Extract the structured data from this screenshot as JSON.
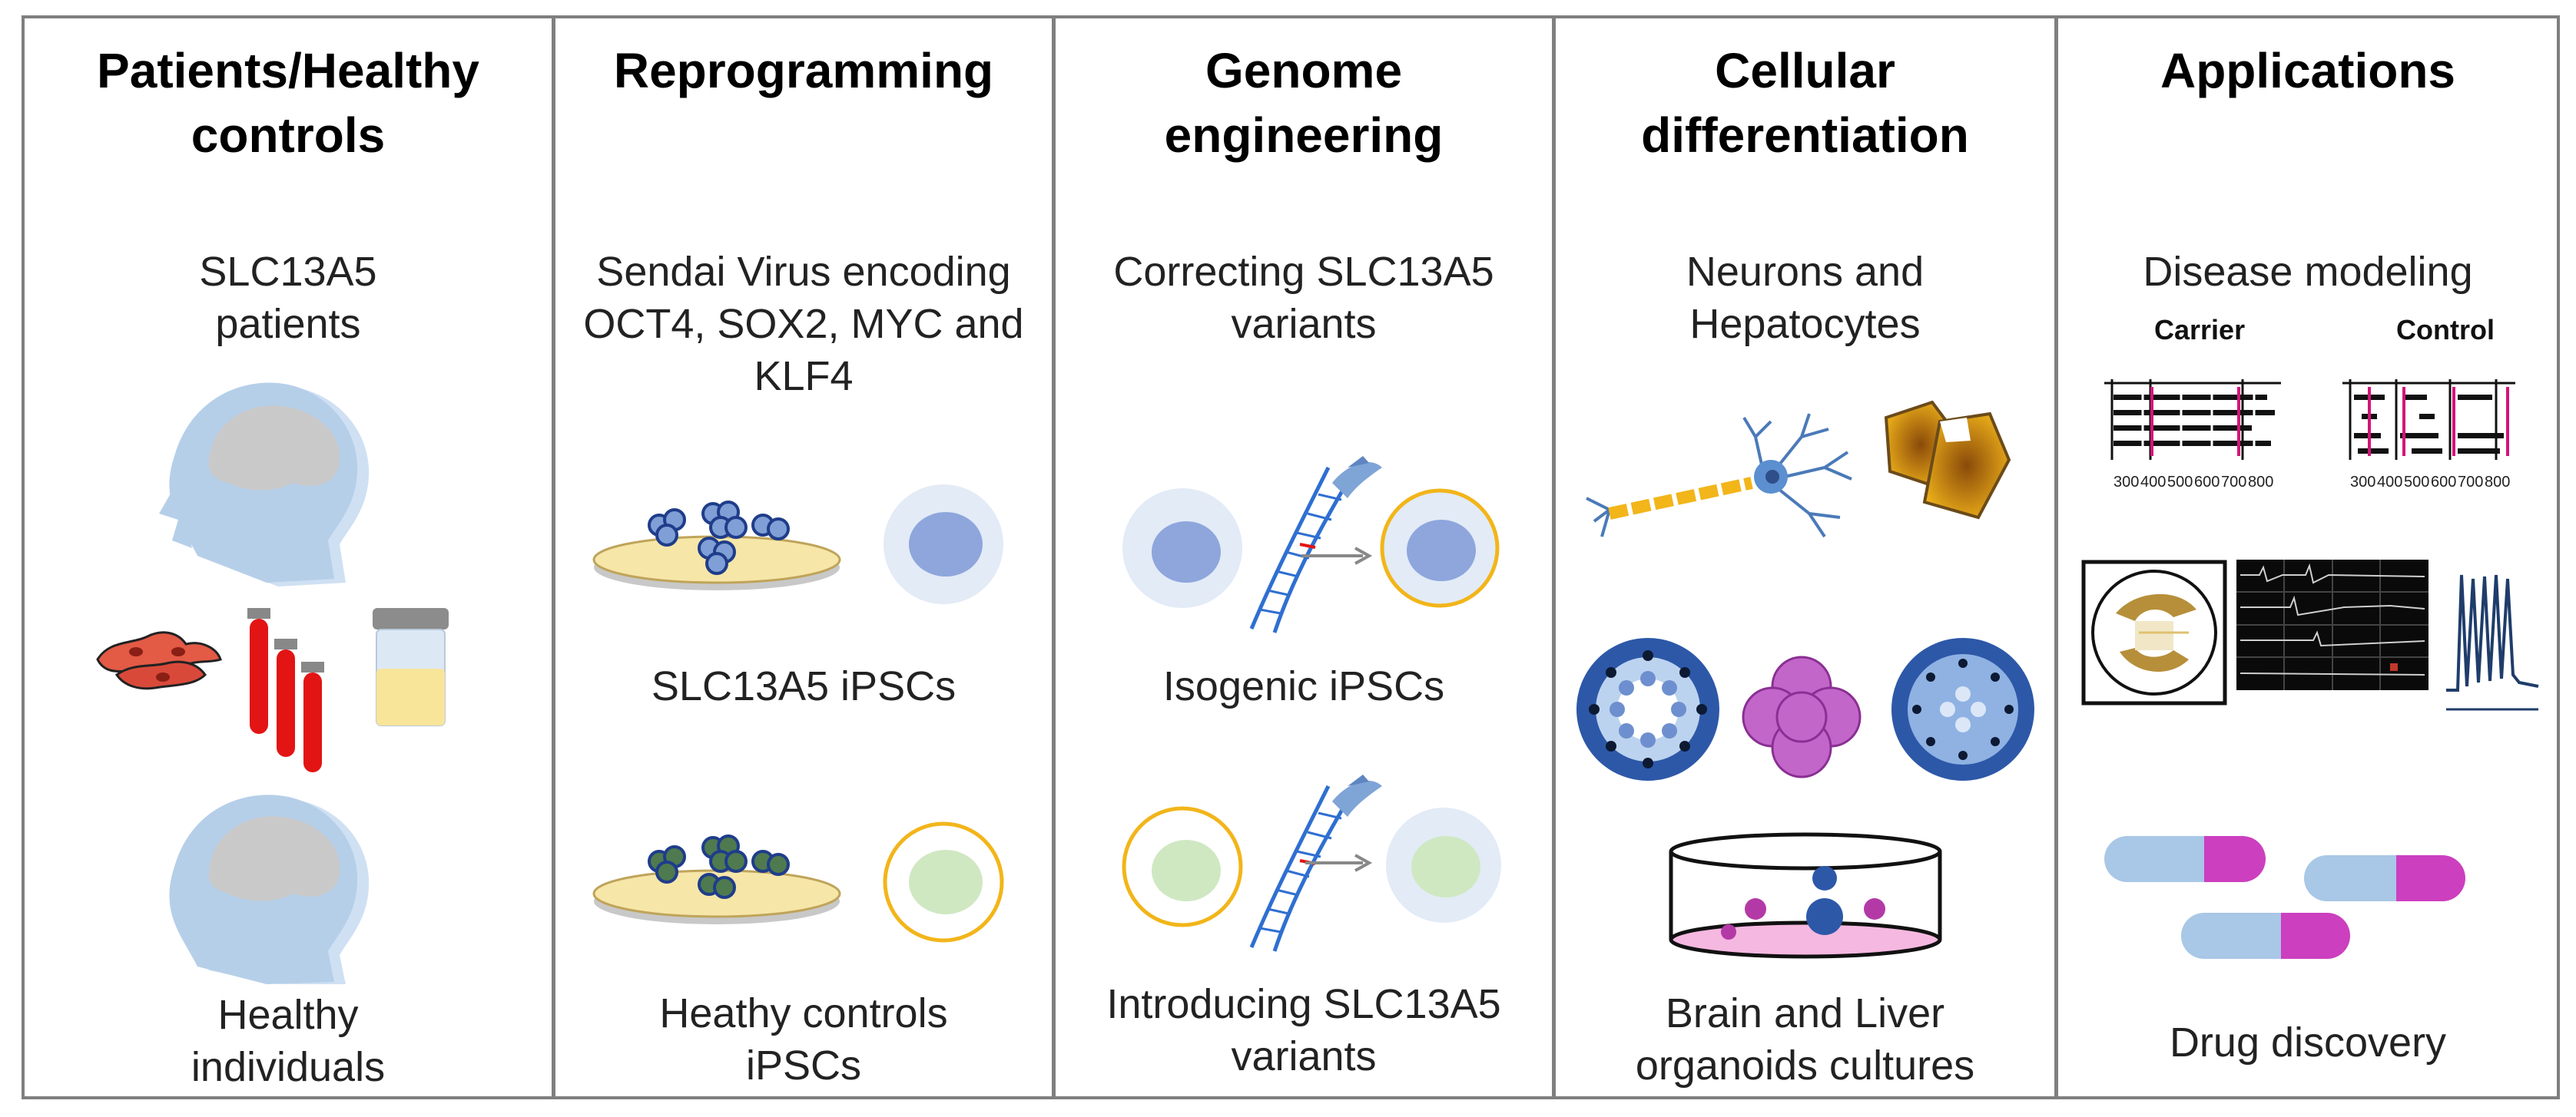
{
  "colors": {
    "border": "#7f7f7f",
    "head_blue": "#b6cfe9",
    "brain_gray": "#c9c9c9",
    "cell_outer": "#e2ebf6",
    "nucleus_blue": "#8ea6dc",
    "nucleus_green": "#cfe8c2",
    "yellow_ring": "#f2b51a",
    "dish_yellow": "#f6e6a8",
    "magenta": "#cc3fbf",
    "capsule_blue": "#a9c7e6",
    "tube_red": "#e31414"
  },
  "columns": [
    {
      "id": "patients",
      "heading": [
        "Patients/Healthy",
        "controls"
      ],
      "labels": {
        "top": [
          "SLC13A5",
          "patients"
        ],
        "bottom": [
          "Healthy",
          "individuals"
        ]
      }
    },
    {
      "id": "reprogramming",
      "heading": [
        "Reprogramming"
      ],
      "labels": {
        "top": [
          "Sendai Virus encoding",
          "OCT4, SOX2, MYC and",
          "KLF4"
        ],
        "middle": [
          "SLC13A5 iPSCs"
        ],
        "bottom": [
          "Heathy controls",
          "iPSCs"
        ]
      }
    },
    {
      "id": "genome",
      "heading": [
        "Genome",
        "engineering"
      ],
      "labels": {
        "top": [
          "Correcting SLC13A5",
          "variants"
        ],
        "middle": [
          "Isogenic  iPSCs"
        ],
        "bottom": [
          "Introducing SLC13A5",
          "variants"
        ]
      }
    },
    {
      "id": "differentiation",
      "heading": [
        "Cellular",
        "differentiation"
      ],
      "labels": {
        "top": [
          "Neurons and",
          "Hepatocytes"
        ],
        "bottom": [
          "Brain and Liver",
          "organoids cultures"
        ]
      }
    },
    {
      "id": "applications",
      "heading": [
        "Applications"
      ],
      "labels": {
        "top": [
          "Disease modeling"
        ],
        "bottom": [
          "Drug discovery"
        ]
      },
      "raster": {
        "carrier_title": "Carrier",
        "control_title": "Control",
        "carrier_ticks": [
          "300",
          "400",
          "500",
          "600",
          "700",
          "800"
        ],
        "control_ticks": [
          "300",
          "400",
          "500",
          "600",
          "700",
          "800"
        ]
      }
    }
  ]
}
